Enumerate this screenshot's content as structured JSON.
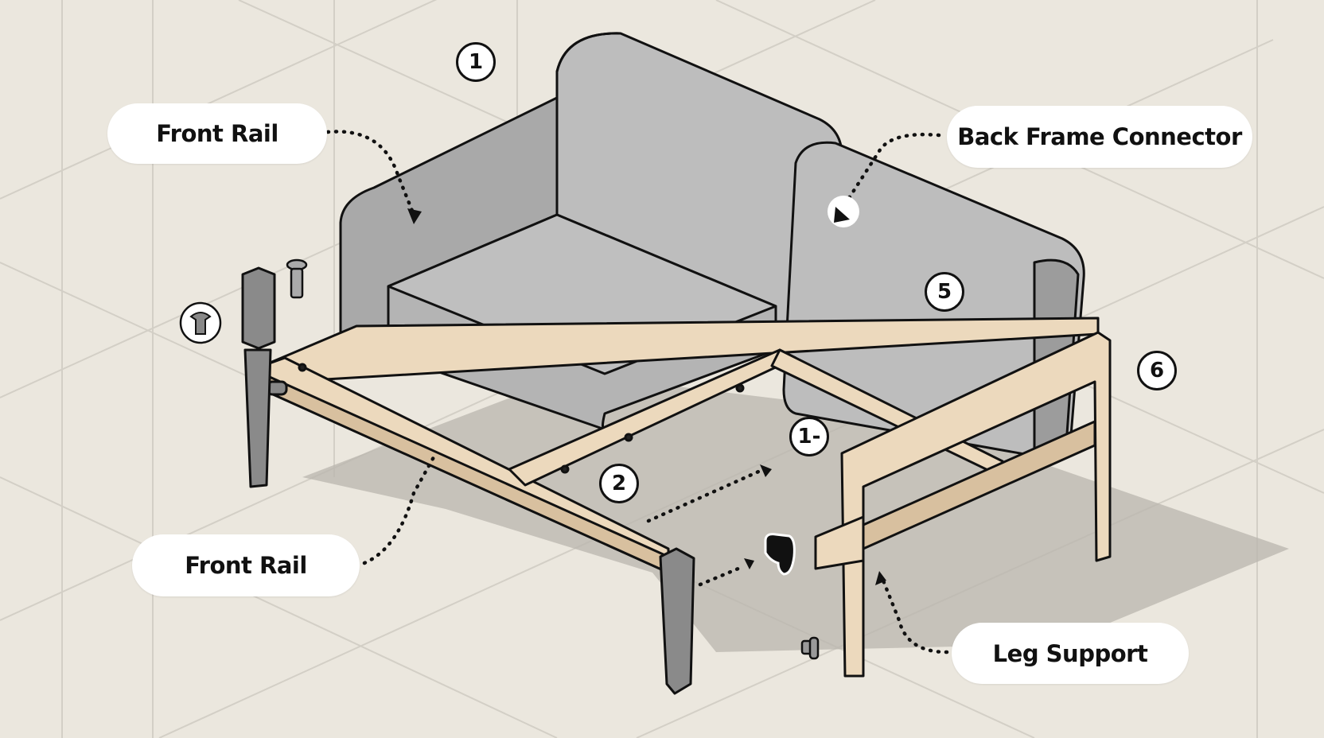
{
  "diagram": {
    "title": "Sofa frame assembly exploded view",
    "colors": {
      "background": "#ebe7de",
      "grid_line": "#d3cfc6",
      "shadow": "#b9b6ae",
      "cushion": "#bdbdbd",
      "cushion_dark": "#9c9c9c",
      "wood": "#ecd9bd",
      "wood_dark": "#d8c09f",
      "metal_leg": "#8a8a8a",
      "outline": "#111111",
      "label_bg": "#ffffff"
    },
    "labels": [
      {
        "id": "front-rail-top",
        "text": "Front Rail"
      },
      {
        "id": "back-frame-connector",
        "text": "Back Frame Connector"
      },
      {
        "id": "front-rail-bottom",
        "text": "Front Rail"
      },
      {
        "id": "leg-support",
        "text": "Leg Support"
      }
    ],
    "step_markers": [
      {
        "id": "step-1-top",
        "text": "1"
      },
      {
        "id": "step-5",
        "text": "5"
      },
      {
        "id": "step-6",
        "text": "6"
      },
      {
        "id": "step-1-dash",
        "text": "1-"
      },
      {
        "id": "step-2",
        "text": "2"
      }
    ],
    "icons": [
      {
        "id": "hex-key-icon",
        "meaning": "allen wrench / T-key tool"
      },
      {
        "id": "screw-icon",
        "meaning": "bolt screw"
      },
      {
        "id": "connector-clip-icon",
        "meaning": "corner connector clip"
      },
      {
        "id": "cam-bolt-icon",
        "meaning": "small cam bolt"
      },
      {
        "id": "direction-arrow-icon",
        "meaning": "insertion direction arrow"
      }
    ],
    "parts": [
      {
        "id": "left-back-cushion",
        "name": "Left back cushion"
      },
      {
        "id": "right-back-cushion",
        "name": "Right back cushion"
      },
      {
        "id": "seat-cushion",
        "name": "Seat cushion"
      },
      {
        "id": "wood-frame",
        "name": "Wooden base frame"
      },
      {
        "id": "side-frame",
        "name": "Side leg frame"
      },
      {
        "id": "metal-leg-left",
        "name": "Metal leg (left)"
      },
      {
        "id": "metal-leg-front",
        "name": "Metal leg (front)"
      }
    ]
  }
}
